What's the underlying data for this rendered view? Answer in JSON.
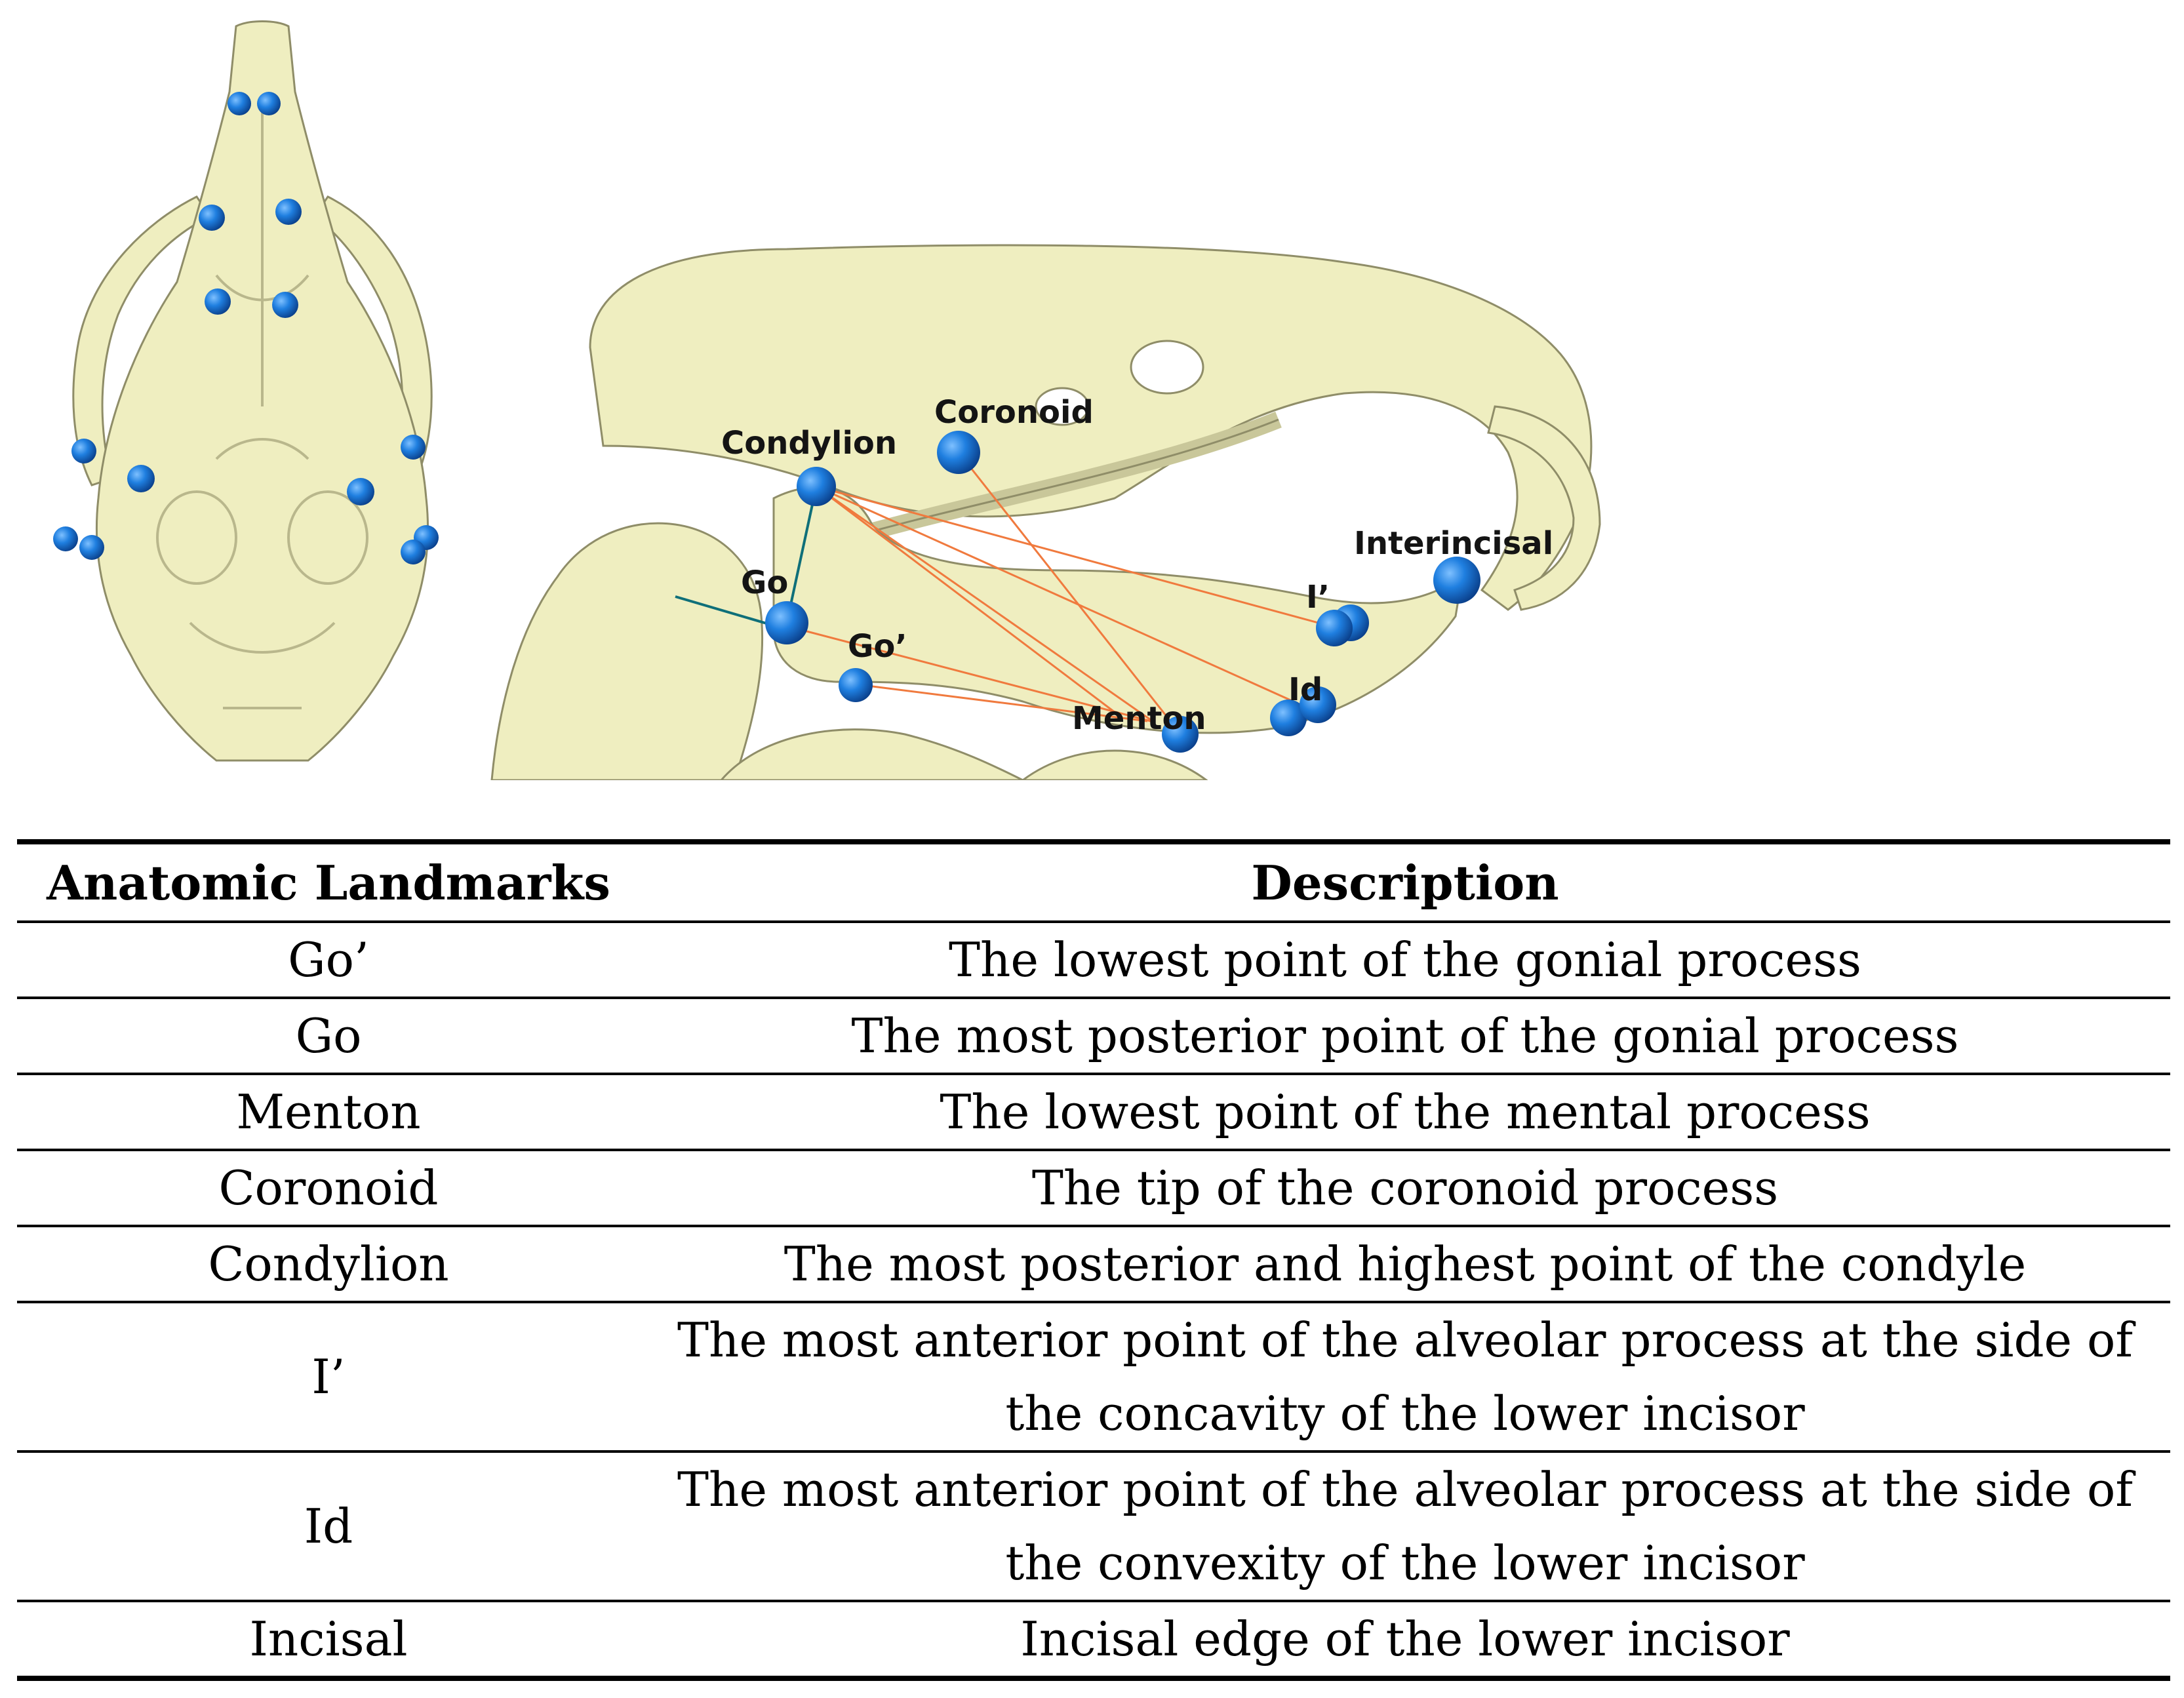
{
  "colors": {
    "bone": "#efeec0",
    "bone_shadow": "#c9c79a",
    "landmark_blue": "#1f7fe0",
    "orange_line": "#f07a3e",
    "teal_line": "#0f6f79"
  },
  "lateral_labels": {
    "condylion": "Condylion",
    "coronoid": "Coronoid",
    "interincisal": "Interincisal",
    "go": "Go",
    "go_prime": "Go’",
    "i_prime": "I’",
    "id": "Id",
    "menton": "Menton"
  },
  "table": {
    "headers": {
      "landmark": "Anatomic Landmarks",
      "description": "Description"
    },
    "rows": [
      {
        "landmark": "Go’",
        "description": "The lowest point of the gonial process"
      },
      {
        "landmark": "Go",
        "description": "The most posterior point of the gonial process"
      },
      {
        "landmark": "Menton",
        "description": "The lowest point of the mental process"
      },
      {
        "landmark": "Coronoid",
        "description": "The tip of the coronoid process"
      },
      {
        "landmark": "Condylion",
        "description": "The most posterior and highest point of the condyle"
      },
      {
        "landmark": "I’",
        "description_line1": "The most anterior point of the alveolar process at the side of",
        "description_line2": "the concavity of the lower incisor"
      },
      {
        "landmark": "Id",
        "description_line1": "The most anterior point of the alveolar process at the side of",
        "description_line2": "the convexity of the lower incisor"
      },
      {
        "landmark": "Incisal",
        "description": "Incisal edge of the lower incisor"
      }
    ]
  }
}
